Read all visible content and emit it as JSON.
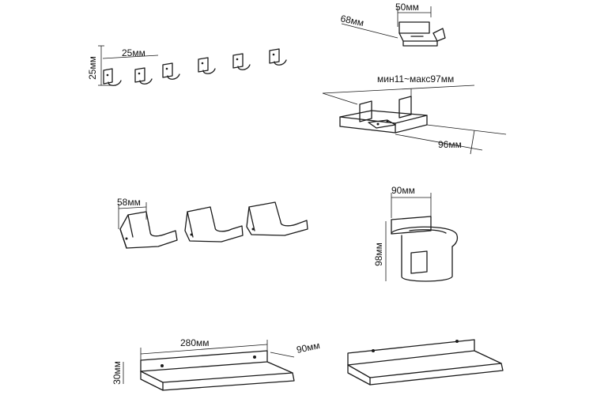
{
  "hooks": {
    "height": "25мм",
    "width": "25мм"
  },
  "towel_holder": {
    "depth": "68мм",
    "width": "50мм"
  },
  "adjustable_holder": {
    "range": "мин11~макс97мм",
    "width": "96мм"
  },
  "cup_holders": {
    "width": "58мм"
  },
  "round_holder": {
    "width": "90мм",
    "height": "98мм"
  },
  "shelf": {
    "length": "280мм",
    "depth": "90мм",
    "height": "30мм"
  }
}
